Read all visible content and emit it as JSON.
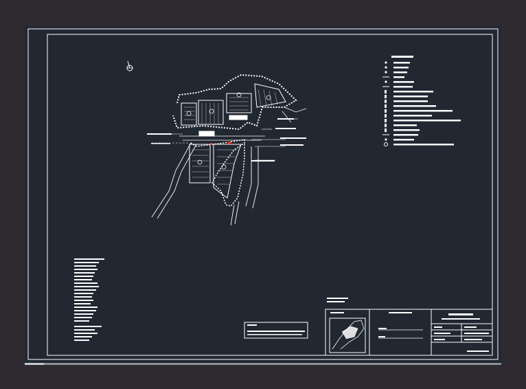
{
  "app": {
    "title": "",
    "colors": {
      "frame": "#2f2a2f",
      "canvas": "#212832",
      "line": "#ffffff",
      "accent_red": "#ff3b3b",
      "bar": "#8d9097"
    }
  },
  "drawing": {
    "north_icon": "compass-north-icon",
    "legend": {
      "entries": 19
    },
    "notes": {
      "lines": 26
    },
    "title_block": {
      "cells": 3
    }
  }
}
